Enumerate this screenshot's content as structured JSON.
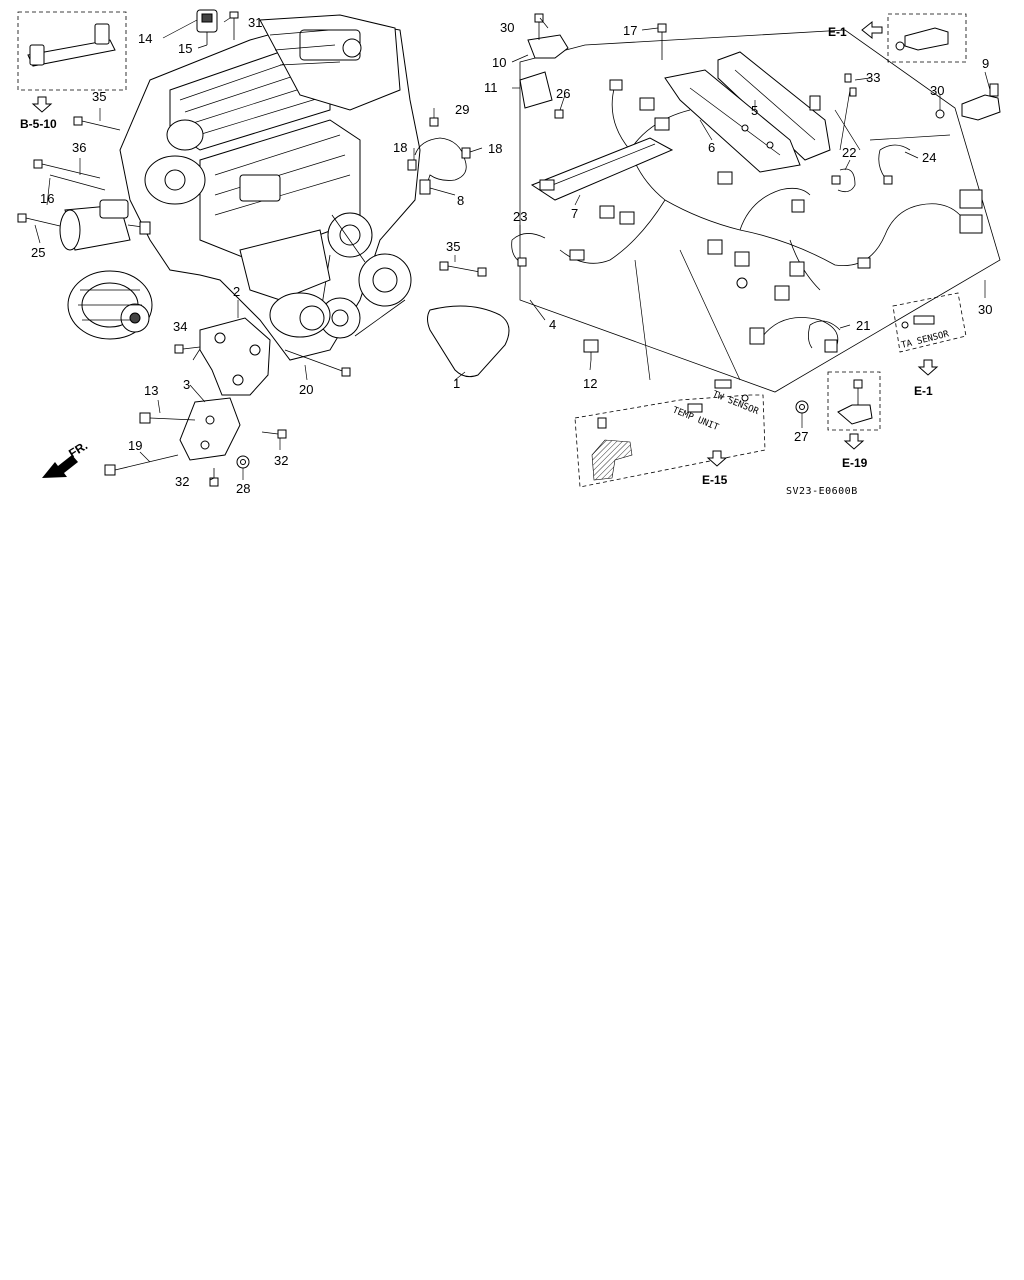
{
  "part_numbers": {
    "p1": "1",
    "p2": "2",
    "p3": "3",
    "p4": "4",
    "p5": "5",
    "p6": "6",
    "p7": "7",
    "p8": "8",
    "p9": "9",
    "p10": "10",
    "p11": "11",
    "p12": "12",
    "p13": "13",
    "p14": "14",
    "p15": "15",
    "p16": "16",
    "p17": "17",
    "p18a": "18",
    "p18b": "18",
    "p19": "19",
    "p20": "20",
    "p21": "21",
    "p22": "22",
    "p23": "23",
    "p24": "24",
    "p25": "25",
    "p26": "26",
    "p27": "27",
    "p28": "28",
    "p29": "29",
    "p30a": "30",
    "p30b": "30",
    "p30c": "30",
    "p31": "31",
    "p32a": "32",
    "p32b": "32",
    "p33": "33",
    "p34": "34",
    "p35a": "35",
    "p35b": "35",
    "p36": "36"
  },
  "refs": {
    "b510": "B-5-10",
    "e1_top": "E-1",
    "e1_right": "E-1",
    "e15": "E-15",
    "e19": "E-19"
  },
  "sensors": {
    "tw": "TW SENSOR",
    "temp_unit": "TEMP UNIT",
    "ta": "TA SENSOR"
  },
  "direction": "FR.",
  "diagram_code": "SV23-E0600B"
}
